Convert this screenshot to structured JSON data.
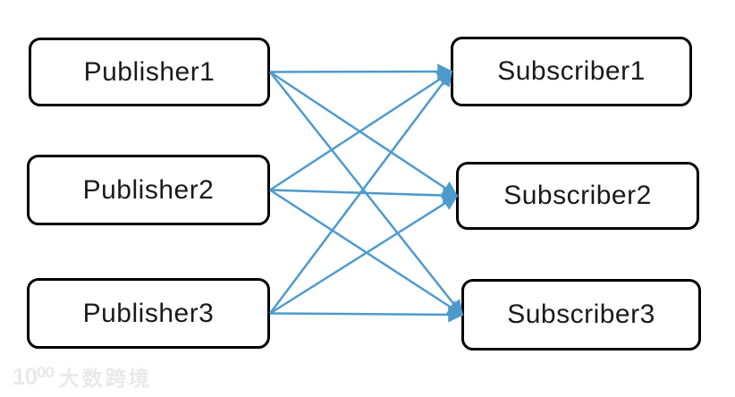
{
  "diagram": {
    "publishers": [
      {
        "id": "publisher1",
        "label": "Publisher1"
      },
      {
        "id": "publisher2",
        "label": "Publisher2"
      },
      {
        "id": "publisher3",
        "label": "Publisher3"
      }
    ],
    "subscribers": [
      {
        "id": "subscriber1",
        "label": "Subscriber1"
      },
      {
        "id": "subscriber2",
        "label": "Subscriber2"
      },
      {
        "id": "subscriber3",
        "label": "Subscriber3"
      }
    ],
    "edges": [
      {
        "from": "publisher1",
        "to": "subscriber1"
      },
      {
        "from": "publisher1",
        "to": "subscriber2"
      },
      {
        "from": "publisher1",
        "to": "subscriber3"
      },
      {
        "from": "publisher2",
        "to": "subscriber1"
      },
      {
        "from": "publisher2",
        "to": "subscriber2"
      },
      {
        "from": "publisher2",
        "to": "subscriber3"
      },
      {
        "from": "publisher3",
        "to": "subscriber1"
      },
      {
        "from": "publisher3",
        "to": "subscriber2"
      },
      {
        "from": "publisher3",
        "to": "subscriber3"
      }
    ],
    "colors": {
      "arrow": "#4e9acd",
      "box_border": "#000000",
      "box_fill": "#ffffff",
      "text": "#1a1a1a"
    }
  },
  "watermark": {
    "logo": "10⁰⁰",
    "text": "大数跨境"
  }
}
